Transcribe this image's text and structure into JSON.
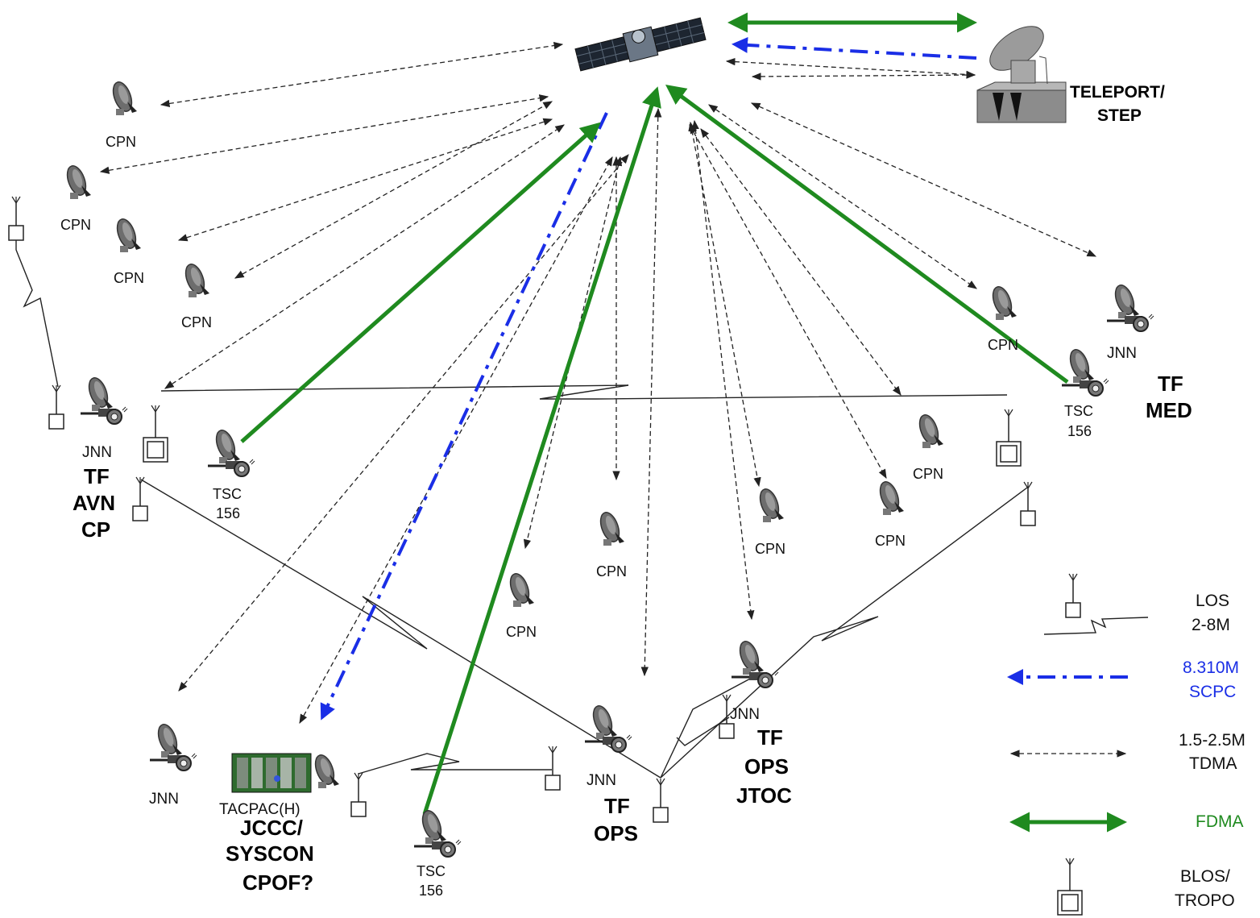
{
  "labels": {
    "cpn": "CPN",
    "jnn": "JNN",
    "tsc": "TSC",
    "tsc_num": "156",
    "teleport_1": "TELEPORT/",
    "teleport_2": "STEP",
    "tf_med_1": "TF",
    "tf_med_2": "MED",
    "tf_avn_1": "TF",
    "tf_avn_2": "AVN",
    "tf_avn_3": "CP",
    "tacpac": "TACPAC(H)",
    "jccc_1": "JCCC/",
    "jccc_2": "SYSCON",
    "jccc_3": "CPOF?",
    "tf_ops_1": "TF",
    "tf_ops_2": "OPS",
    "tf_jtoc_1": "TF",
    "tf_jtoc_2": "OPS",
    "tf_jtoc_3": "JTOC"
  },
  "legend": {
    "los_1": "LOS",
    "los_2": "2-8M",
    "scpc_1": "8.310M",
    "scpc_2": "SCPC",
    "tdma_1": "1.5-2.5M",
    "tdma_2": "TDMA",
    "fdma": "FDMA",
    "blos_1": "BLOS/",
    "blos_2": "TROPO"
  },
  "colors": {
    "fdma": "#1f8a1f",
    "scpc": "#1a2ee6",
    "tdma": "#222222",
    "los": "#222222",
    "dish": "#555555"
  },
  "icons": [
    "satellite-icon",
    "dish-icon",
    "trailer-dish-icon",
    "antenna-mast-icon",
    "teleport-station-icon",
    "tacpac-rack-icon"
  ]
}
